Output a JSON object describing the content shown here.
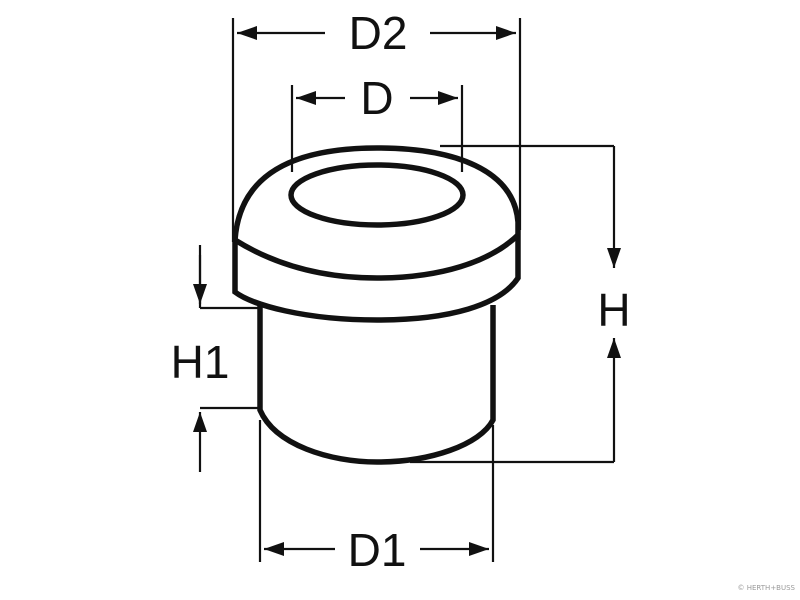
{
  "diagram": {
    "labels": {
      "d2": "D2",
      "d": "D",
      "h": "H",
      "h1": "H1",
      "d1": "D1"
    },
    "watermark": "© HERTH+BUSS",
    "colors": {
      "stroke": "#111111",
      "background": "#ffffff"
    }
  }
}
